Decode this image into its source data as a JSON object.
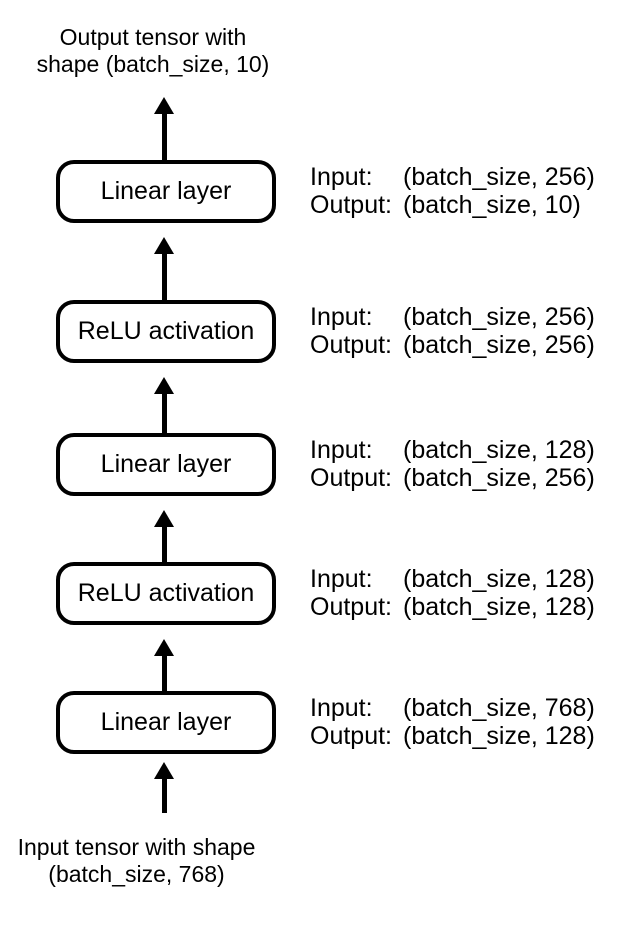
{
  "page": {
    "background_color": "#ffffff",
    "foreground_color": "#000000"
  },
  "diagram": {
    "output_caption": {
      "line1": "Output tensor with",
      "line2": "shape (batch_size, 10)"
    },
    "input_caption": {
      "line1": "Input tensor with shape",
      "line2": "(batch_size, 768)"
    },
    "layers": [
      {
        "name": "Linear layer",
        "input_label": "Input:",
        "input_value": "(batch_size, 256)",
        "output_label": "Output:",
        "output_value": "(batch_size, 10)"
      },
      {
        "name": "ReLU activation",
        "input_label": "Input:",
        "input_value": "(batch_size, 256)",
        "output_label": "Output:",
        "output_value": "(batch_size, 256)"
      },
      {
        "name": "Linear layer",
        "input_label": "Input:",
        "input_value": "(batch_size, 128)",
        "output_label": "Output:",
        "output_value": "(batch_size, 256)"
      },
      {
        "name": "ReLU activation",
        "input_label": "Input:",
        "input_value": "(batch_size, 128)",
        "output_label": "Output:",
        "output_value": "(batch_size, 128)"
      },
      {
        "name": "Linear layer",
        "input_label": "Input:",
        "input_value": "(batch_size, 768)",
        "output_label": "Output:",
        "output_value": "(batch_size, 128)"
      }
    ]
  }
}
